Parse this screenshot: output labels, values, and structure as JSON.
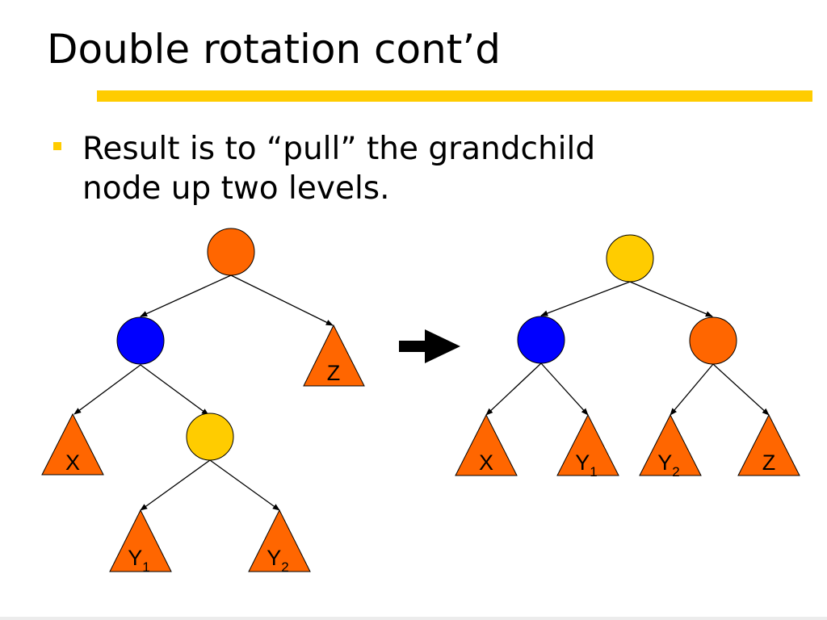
{
  "slide": {
    "title": "Double rotation cont’d",
    "bullet_line1": "Result is to “pull” the grandchild",
    "bullet_line2": "node up two levels."
  },
  "colors": {
    "accent_rule": "#FFCC00",
    "node_orange": "#FF6600",
    "node_blue": "#0000FF",
    "node_yellow": "#FFCC00",
    "subtree_fill": "#FF6600"
  },
  "before_tree": {
    "subtree_x": {
      "main": "X"
    },
    "subtree_y1": {
      "main": "Y",
      "sub": "1"
    },
    "subtree_y2": {
      "main": "Y",
      "sub": "2"
    },
    "subtree_z": {
      "main": "Z"
    }
  },
  "after_tree": {
    "subtree_x": {
      "main": "X"
    },
    "subtree_y1": {
      "main": "Y",
      "sub": "1"
    },
    "subtree_y2": {
      "main": "Y",
      "sub": "2"
    },
    "subtree_z": {
      "main": "Z"
    }
  },
  "transition_icon": "right-arrow-icon"
}
